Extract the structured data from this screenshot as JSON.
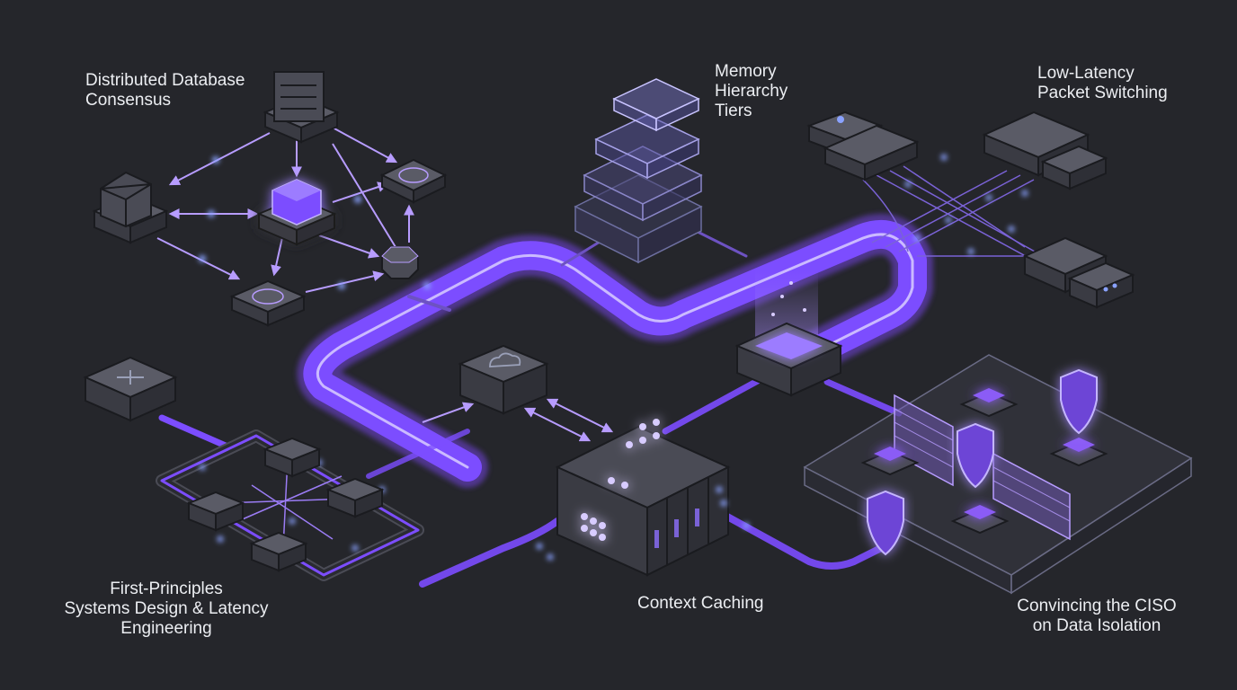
{
  "labels": {
    "consensus": [
      "Distributed Database",
      "Consensus"
    ],
    "memory": [
      "Memory",
      "Hierarchy",
      "Tiers"
    ],
    "switching": [
      "Low-Latency",
      "Packet Switching"
    ],
    "first_principles": [
      "First-Principles",
      "Systems Design & Latency",
      "Engineering"
    ],
    "caching": [
      "Context Caching"
    ],
    "ciso": [
      "Convincing the CISO",
      "on Data Isolation"
    ]
  },
  "colors": {
    "background": "#25262b",
    "accent": "#8b5cf6",
    "accent_light": "#c4b5fd",
    "node_top": "#5a5b66",
    "node_side": "#34353d",
    "node_edge": "#1a1b1f",
    "text": "#eceef2"
  },
  "icons": [
    "server-rack-icon",
    "database-icon",
    "sync-icon",
    "cloud-icon",
    "shield-icon",
    "firewall-icon",
    "switch-icon",
    "router-icon",
    "memory-stack-icon"
  ]
}
